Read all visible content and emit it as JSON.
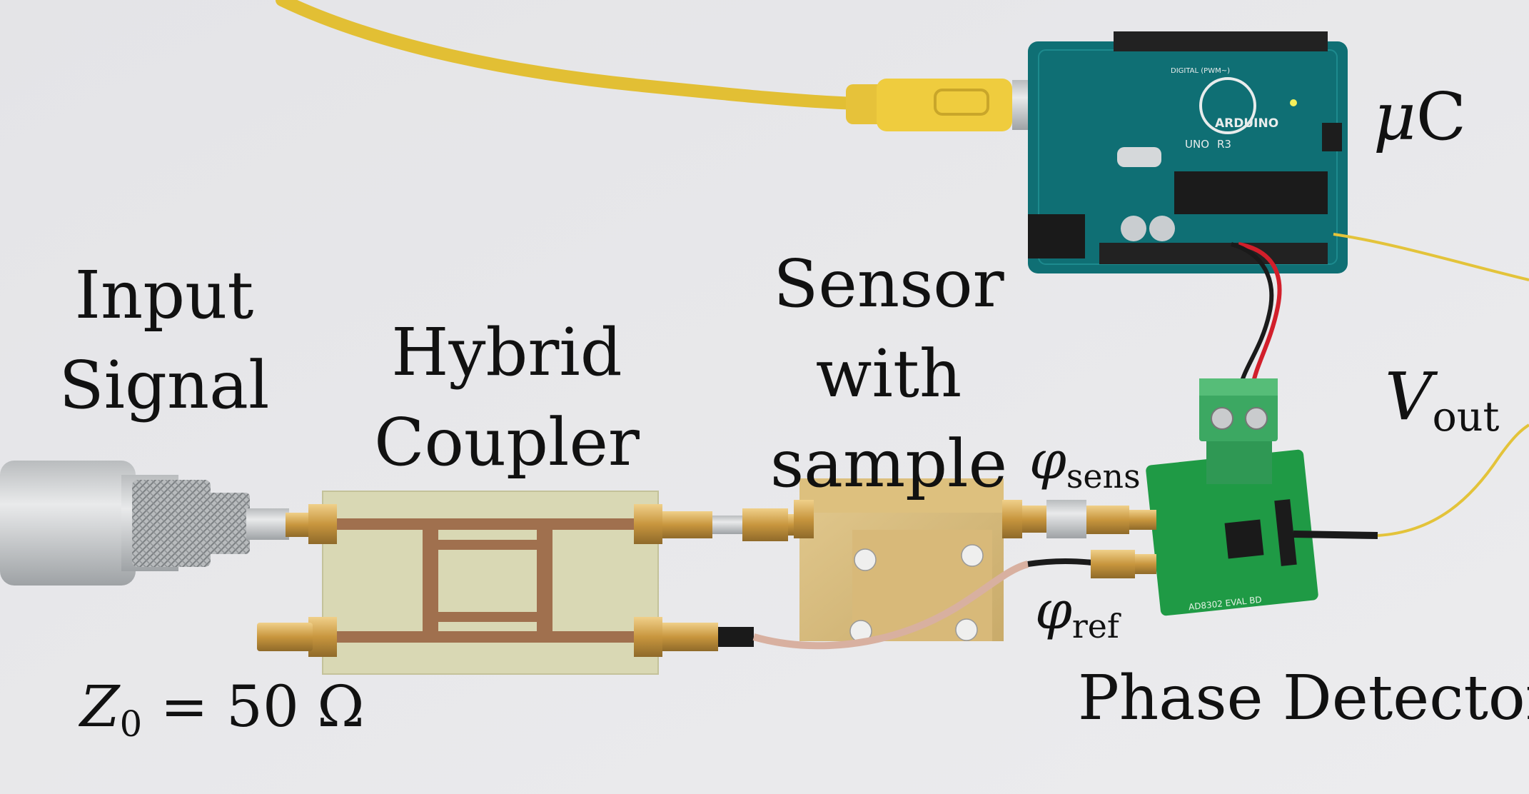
{
  "labels": {
    "input_signal_line1": "Input",
    "input_signal_line2": "Signal",
    "hybrid_line1": "Hybrid",
    "hybrid_line2": "Coupler",
    "sensor_line1": "Sensor",
    "sensor_line2": "with",
    "sensor_line3": "sample",
    "mu": "μ",
    "c": "C",
    "v": "V",
    "v_sub": "out",
    "phi": "φ",
    "phi_sens_sub": "sens",
    "phi_ref_sub": "ref",
    "phase_detector": "Phase Detector",
    "z": "Z",
    "z_sub": "0",
    "z_rest": " = 50 Ω"
  },
  "pcb_text": {
    "brand": "ARDUINO",
    "model": "UNO",
    "rev": "R3",
    "digital": "DIGITAL (PWM~)",
    "eval": "AD8302 EVAL BD"
  },
  "colors": {
    "background": "#e8e8ea",
    "arduino": "#0f6f74",
    "pcb_green": "#1f9a45",
    "coupler_board": "#d9d8b4",
    "trace_copper": "#a0704e",
    "brass": "#d0a55a",
    "cable_yellow": "#e8c43a"
  }
}
